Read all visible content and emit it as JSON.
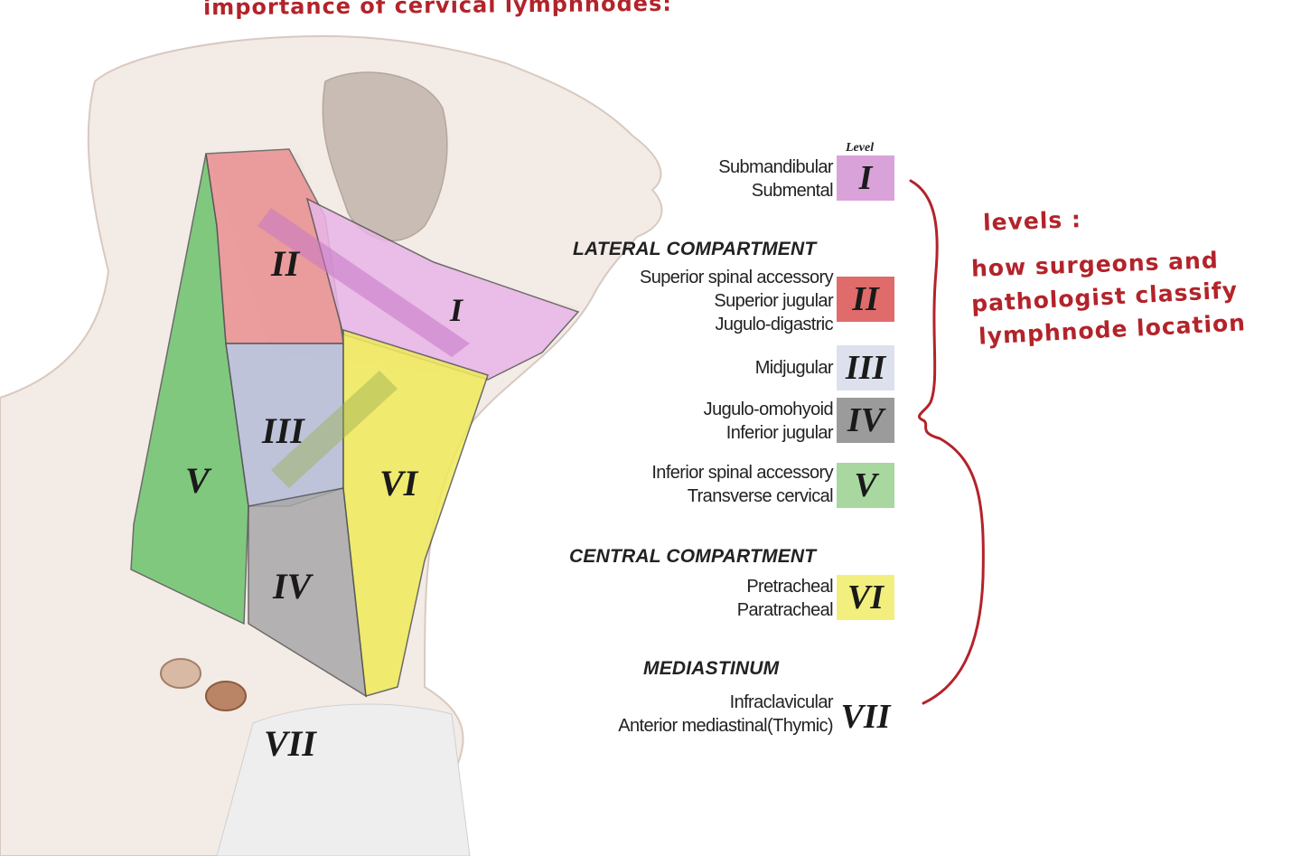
{
  "title": "importance of cervical lymphnodes:",
  "legend": {
    "level_caption": "Level",
    "lateral_heading": "LATERAL COMPARTMENT",
    "central_heading": "CENTRAL COMPARTMENT",
    "mediastinum_heading": "MEDIASTINUM",
    "rows": [
      {
        "level": "I",
        "labels": [
          "Submandibular",
          "Submental"
        ],
        "color": "#d9a3d9"
      },
      {
        "level": "II",
        "labels": [
          "Superior spinal accessory",
          "Superior jugular",
          "Jugulo-digastric"
        ],
        "color": "#e06b6b"
      },
      {
        "level": "III",
        "labels": [
          "Midjugular"
        ],
        "color": "#dde1ee"
      },
      {
        "level": "IV",
        "labels": [
          "Jugulo-omohyoid",
          "Inferior jugular"
        ],
        "color": "#9b9b9b"
      },
      {
        "level": "V",
        "labels": [
          "Inferior spinal accessory",
          "Transverse cervical"
        ],
        "color": "#a8d8a0"
      },
      {
        "level": "VI",
        "labels": [
          "Pretracheal",
          "Paratracheal"
        ],
        "color": "#f2ef7e"
      },
      {
        "level": "VII",
        "labels": [
          "Infraclavicular",
          "Anterior mediastinal(Thymic)"
        ],
        "color": "#ffffff"
      }
    ]
  },
  "diagram": {
    "zone_labels": [
      "II",
      "I",
      "III",
      "V",
      "VI",
      "IV",
      "VII"
    ],
    "zone_colors": {
      "I": "#e8b6e8",
      "II": "#e88a8a",
      "III": "#b9bfd9",
      "IV": "#a8a8a8",
      "V": "#6cc36c",
      "VI": "#f0ea5a"
    }
  },
  "annotation": {
    "heading": "levels :",
    "lines": [
      "how surgeons and",
      "pathologist classify",
      "lymphnode location"
    ],
    "color": "#b3232a"
  }
}
